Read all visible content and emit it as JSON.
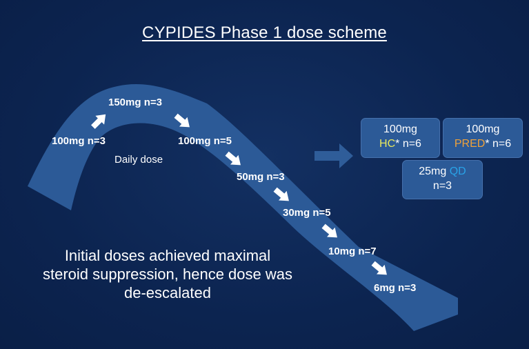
{
  "title": "CYPIDES Phase 1 dose scheme",
  "doses": [
    {
      "dose": "100mg",
      "n": "n=3"
    },
    {
      "dose": "150mg",
      "n": "n=3"
    },
    {
      "dose": "100mg",
      "n": "n=5"
    },
    {
      "dose": "50mg",
      "n": "n=3"
    },
    {
      "dose": "30mg",
      "n": "n=5"
    },
    {
      "dose": "10mg",
      "n": "n=7"
    },
    {
      "dose": "6mg",
      "n": "n=3"
    }
  ],
  "daily_label": "Daily dose",
  "note": "Initial doses achieved maximal steroid suppression, hence dose was de-escalated",
  "boxes": [
    {
      "dose": "100mg",
      "drug": "HC",
      "suffix": "* n=6",
      "drug_color": "#e9e95e"
    },
    {
      "dose": "100mg",
      "drug": "PRED",
      "suffix": "* n=6",
      "drug_color": "#f0a23a"
    },
    {
      "dose": "25mg",
      "drug": "QD",
      "n": "n=3",
      "drug_color": "#29a3e8"
    }
  ],
  "colors": {
    "background": "#0c2450",
    "band": "#2c5a97",
    "box": "#2c5a97"
  }
}
